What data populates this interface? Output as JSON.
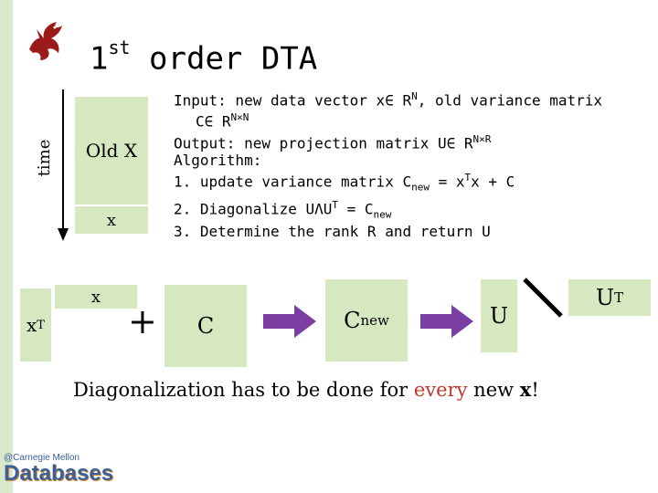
{
  "slide": {
    "title_main": "1",
    "title_sup": "st",
    "title_rest": " order DTA"
  },
  "time_axis": {
    "label": "time"
  },
  "boxes": {
    "old_x": "Old X",
    "x_row": "x",
    "x_vec": "x",
    "xt_base": "x",
    "xt_sup": "T",
    "plus": "+",
    "c": "C",
    "cnew_base": "C",
    "cnew_sub": "new",
    "u": "U",
    "ut_base": "U",
    "ut_sup": "T"
  },
  "algorithm": {
    "line1_a": "Input: new data vector x",
    "line1_b": "∈ R",
    "line1_sup": "N",
    "line1_c": ", old variance matrix",
    "line2_a": "C",
    "line2_b": "∈ R",
    "line2_sup": "N×N",
    "line3_a": "Output: new projection matrix U",
    "line3_b": "∈ R",
    "line3_sup": "N×R",
    "line4": "Algorithm:",
    "line5_a": "1. update variance matrix C",
    "line5_sub": "new",
    "line5_b": " = x",
    "line5_sup": "T",
    "line5_c": "x + C",
    "line6_a": "2. Diagonalize UΛU",
    "line6_sup": "T",
    "line6_b": " = C",
    "line6_sub": "new",
    "line7": "3. Determine the rank R and return U"
  },
  "caption": {
    "part1": "Diagonalization has to be done for ",
    "part2": "every",
    "part3": " new ",
    "part4": "x",
    "part5": "!"
  },
  "logo": {
    "line1": "@Carnegie Mellon",
    "line2": "Databases"
  },
  "colors": {
    "box_green": "#d5e8c0",
    "arrow_purple": "#7a3fa0",
    "highlight_red": "#c0392b",
    "logo_blue": "#3a5f9e",
    "logo_orange": "#d4892a",
    "dragon_red": "#9b1b1b"
  }
}
